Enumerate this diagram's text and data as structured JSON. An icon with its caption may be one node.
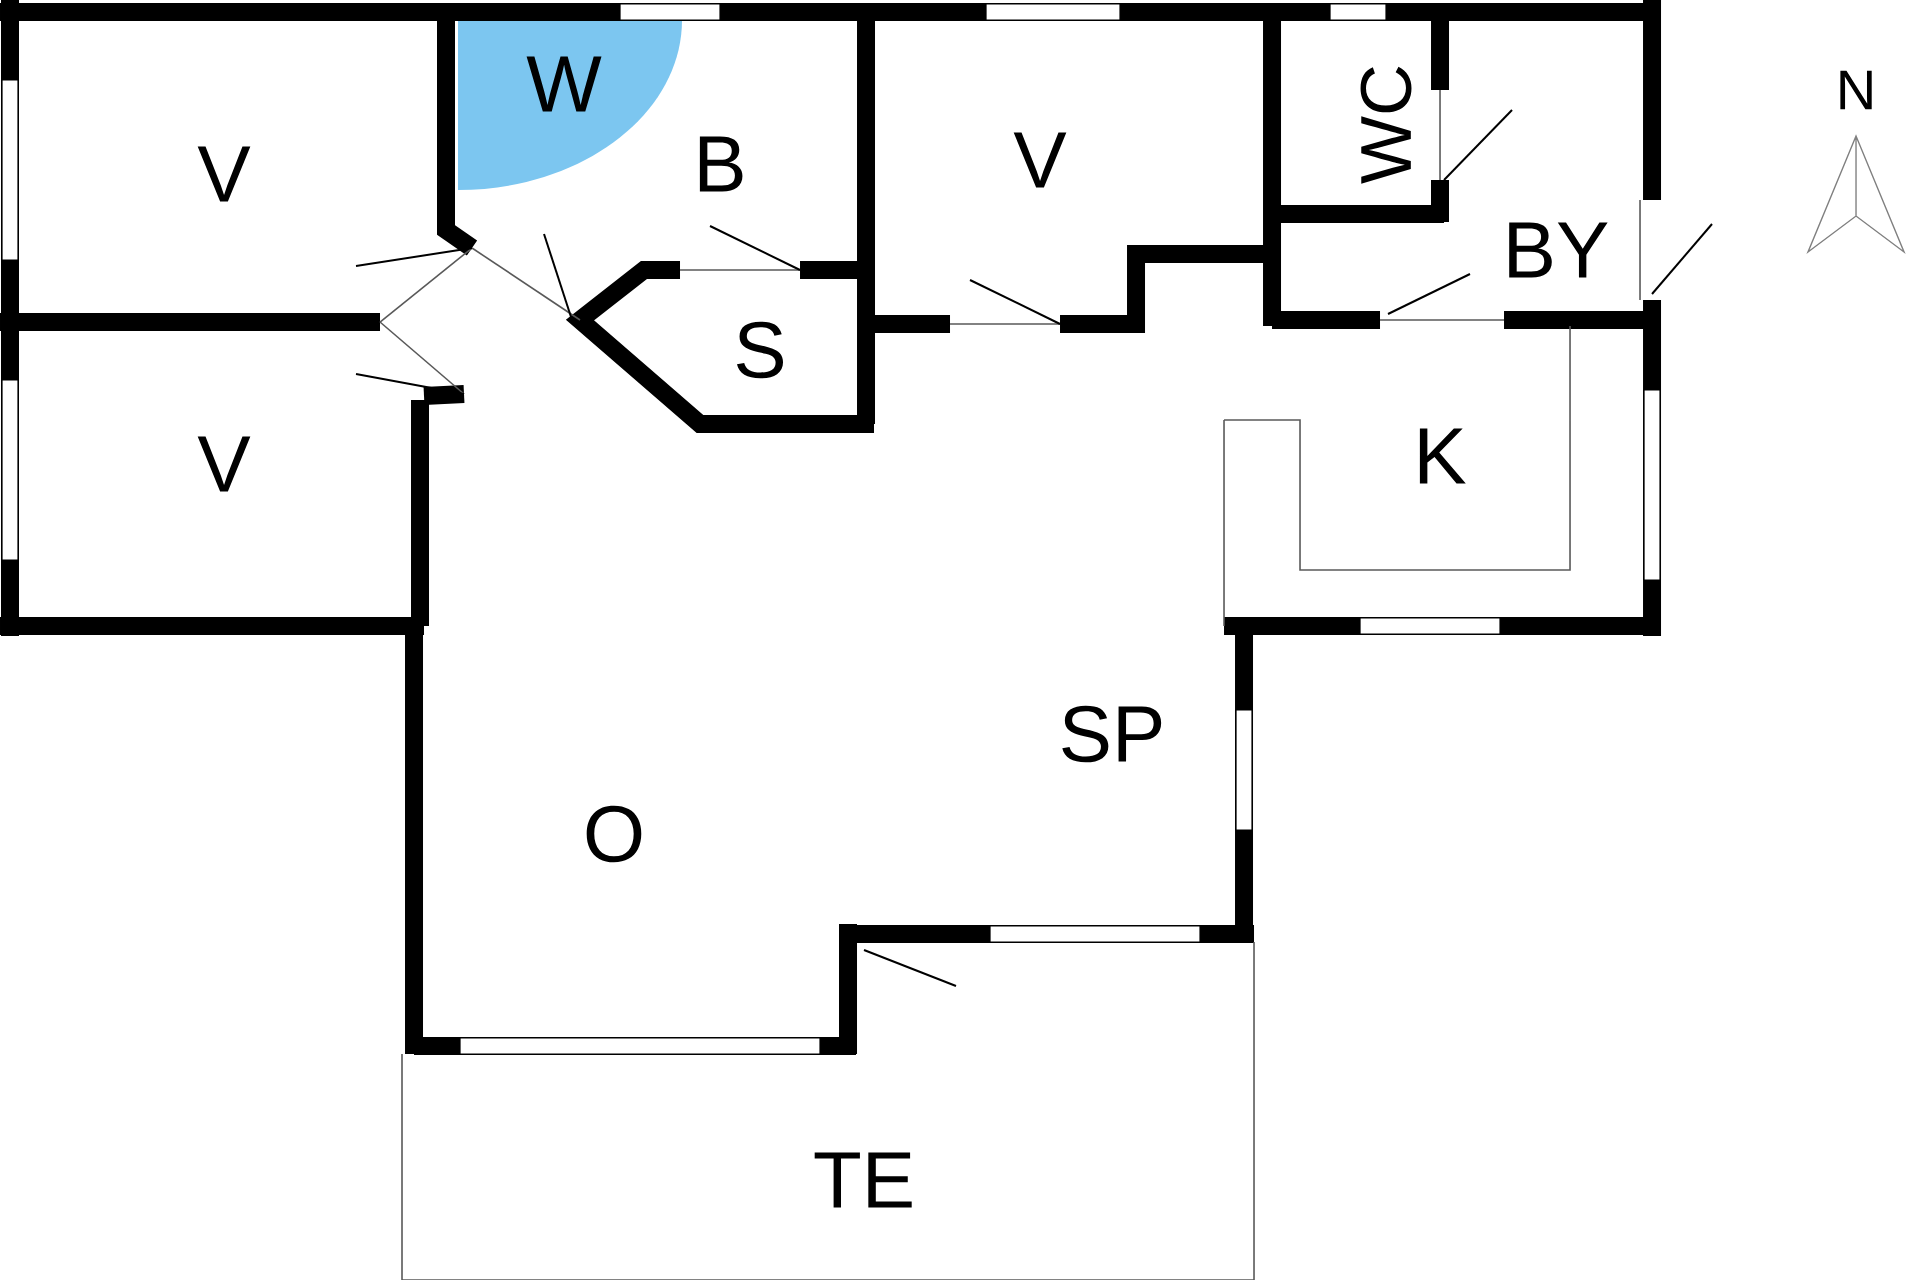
{
  "diagram": {
    "labels": [
      "W",
      "V",
      "B",
      "V",
      "WC",
      "N",
      "BY",
      "S",
      "V",
      "K",
      "SP",
      "O",
      "TE"
    ]
  }
}
